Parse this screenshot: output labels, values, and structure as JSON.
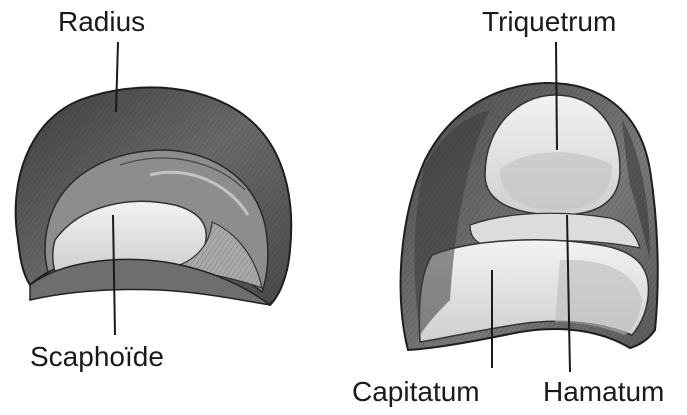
{
  "labels": {
    "radius": "Radius",
    "scaphoide": "Scaphoïde",
    "triquetrum": "Triquetrum",
    "capitatum": "Capitatum",
    "hamatum": "Hamatum"
  },
  "colors": {
    "ink": "#1a1a1a",
    "bone_dark": "#5a5a5a",
    "bone_mid": "#9a9a9a",
    "bone_light": "#d8d8d8",
    "background": "#ffffff"
  }
}
